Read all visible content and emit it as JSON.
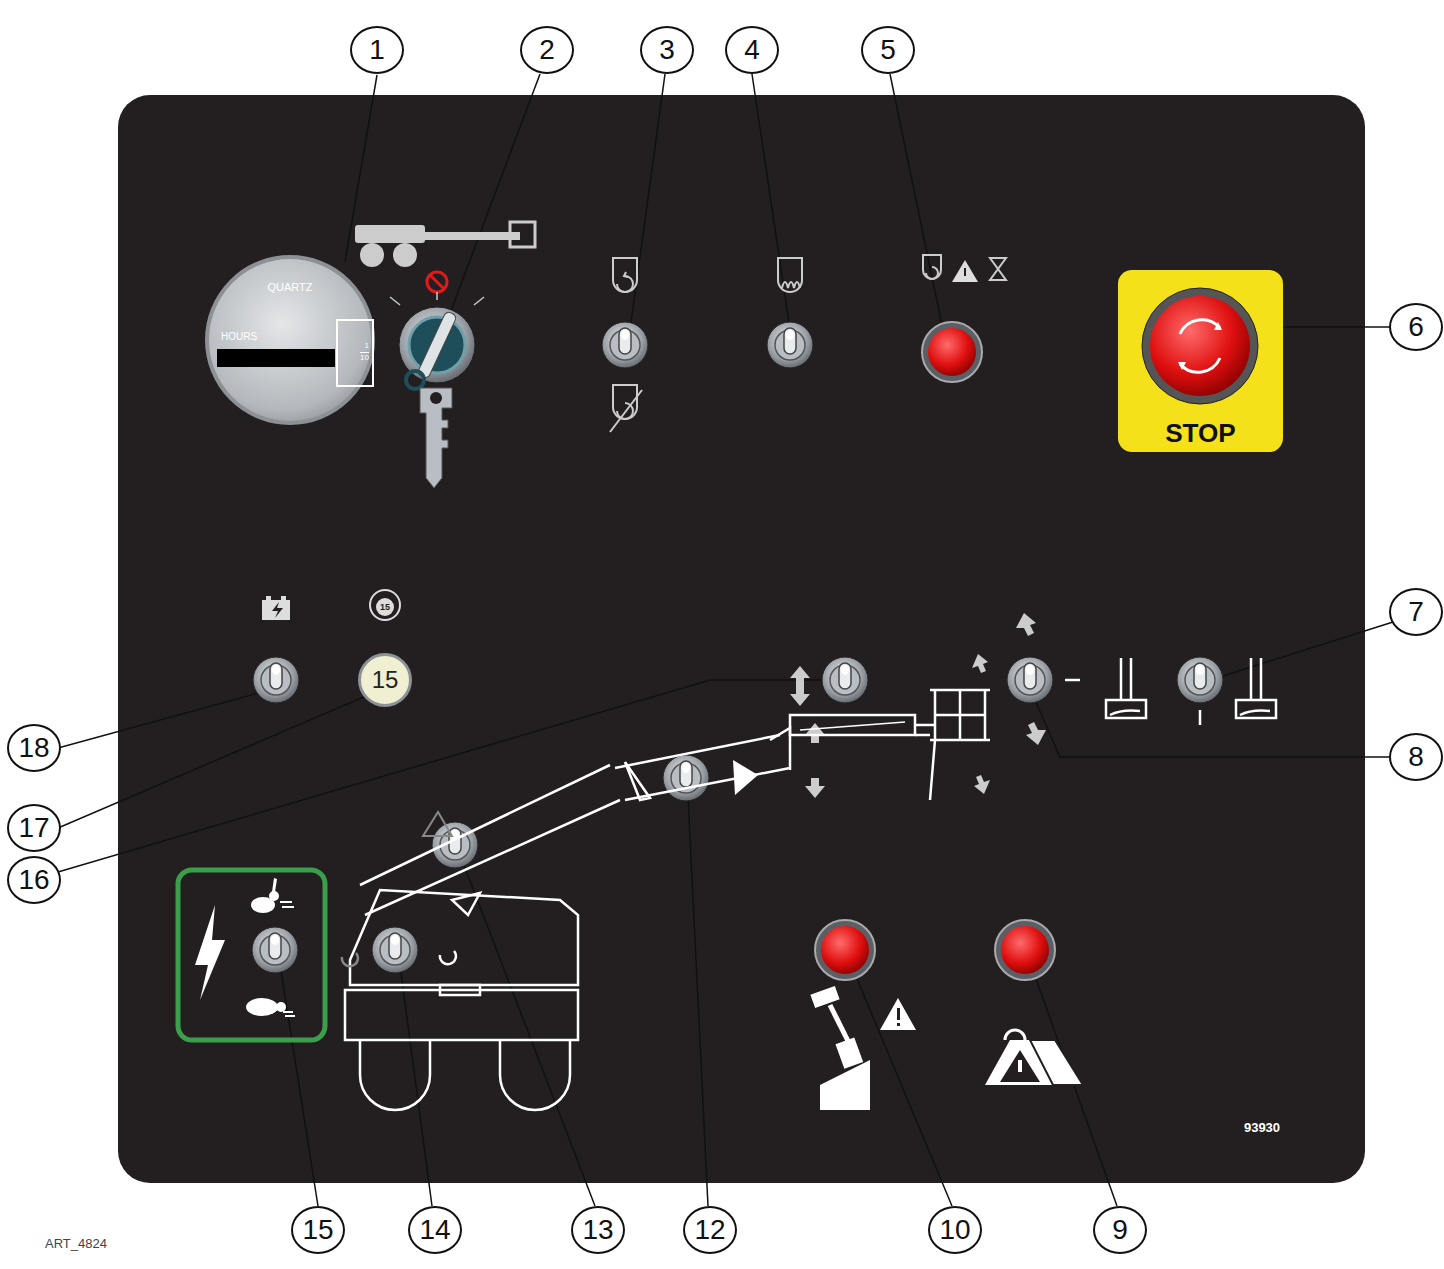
{
  "diagram": {
    "nodes": [
      {
        "text": [
          "QUARTZ",
          "HOURS"
        ]
      },
      {
        "text": [
          "1",
          "10"
        ],
        "in": 0
      },
      {
        "text": [
          "STOP"
        ]
      },
      {
        "text": [
          "15"
        ]
      }
    ],
    "labels": [
      "1",
      "2",
      "3",
      "4",
      "5",
      "6",
      "7",
      "8",
      "18",
      "15",
      "17",
      "16",
      "15",
      "14",
      "13",
      "12",
      "10",
      "9",
      "93930",
      "ART_4824"
    ]
  }
}
